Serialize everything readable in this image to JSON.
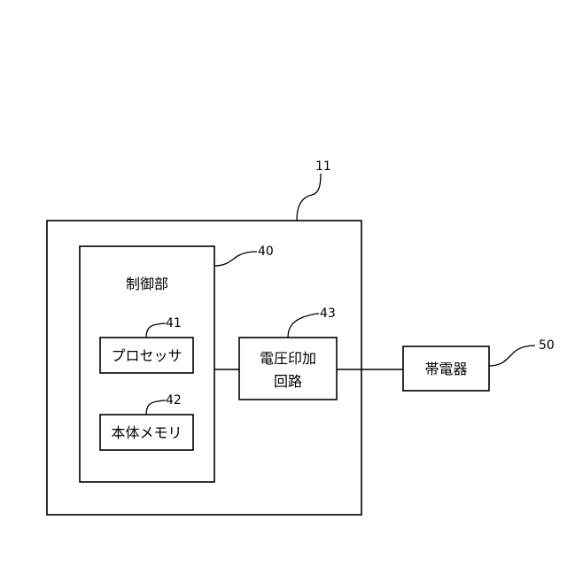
{
  "diagram": {
    "device": {
      "ref": "11"
    },
    "controller": {
      "ref": "40",
      "label": "制御部"
    },
    "processor": {
      "ref": "41",
      "label": "プロセッサ"
    },
    "memory": {
      "ref": "42",
      "label": "本体メモリ"
    },
    "voltage_circuit": {
      "ref": "43",
      "label_line1": "電圧印加",
      "label_line2": "回路"
    },
    "charger": {
      "ref": "50",
      "label": "帯電器"
    }
  }
}
